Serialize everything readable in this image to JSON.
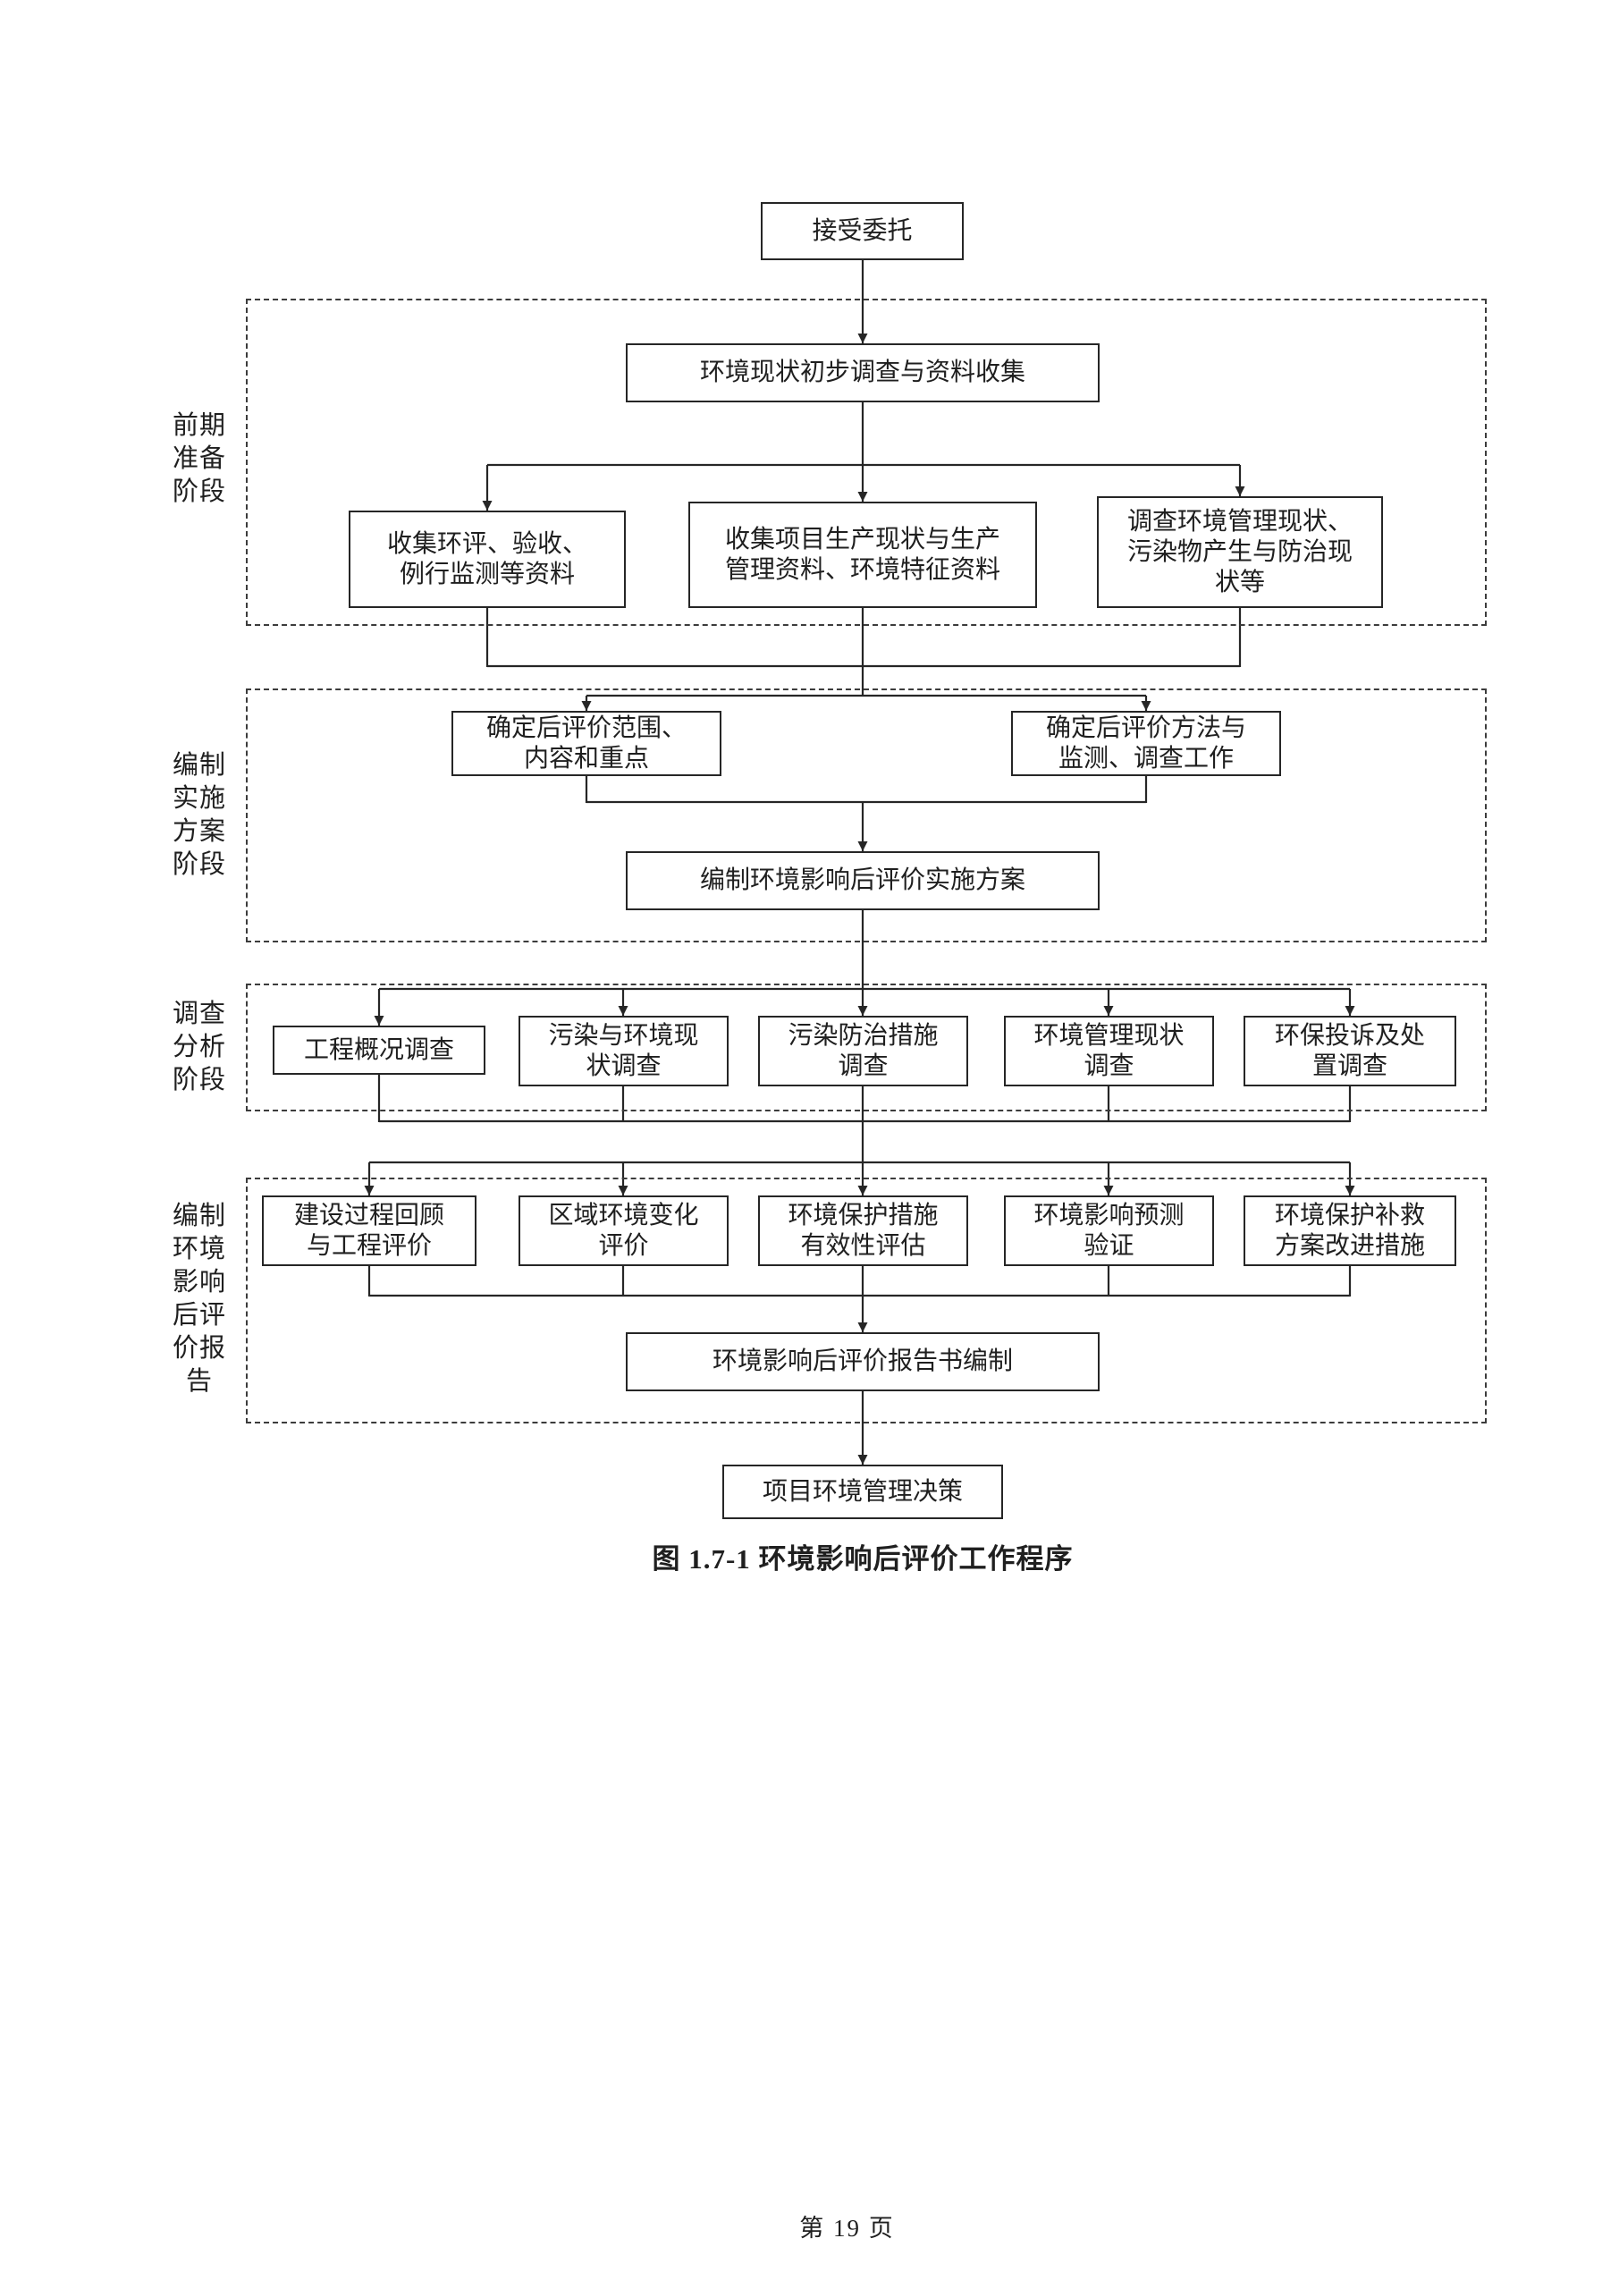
{
  "colors": {
    "ink": "#262626",
    "paper": "#ffffff"
  },
  "figure": {
    "caption": "图 1.7-1 环境影响后评价工作程序",
    "page_footer": "第 19 页"
  },
  "flow": {
    "start": "接受委托",
    "stage1": {
      "label": "前期准备阶段",
      "survey": "环境现状初步调查与资料收集",
      "boxes": [
        "收集环评、验收、例行监测等资料",
        "收集项目生产现状与生产管理资料、环境特征资料",
        "调查环境管理现状、污染物产生与防治现状等"
      ]
    },
    "stage2": {
      "label": "编制实施方案阶段",
      "boxes": [
        "确定后评价范围、内容和重点",
        "确定后评价方法与监测、调查工作"
      ],
      "plan": "编制环境影响后评价实施方案"
    },
    "stage3": {
      "label": "调查分析阶段",
      "boxes": [
        "工程概况调查",
        "污染与环境现状调查",
        "污染防治措施调查",
        "环境管理现状调查",
        "环保投诉及处置调查"
      ]
    },
    "stage4": {
      "label": "编制环境影响后评价报告",
      "boxes": [
        "建设过程回顾与工程评价",
        "区域环境变化评价",
        "环境保护措施有效性评估",
        "环境影响预测验证",
        "环境保护补救方案改进措施"
      ],
      "report": "环境影响后评价报告书编制"
    },
    "end": "项目环境管理决策"
  }
}
